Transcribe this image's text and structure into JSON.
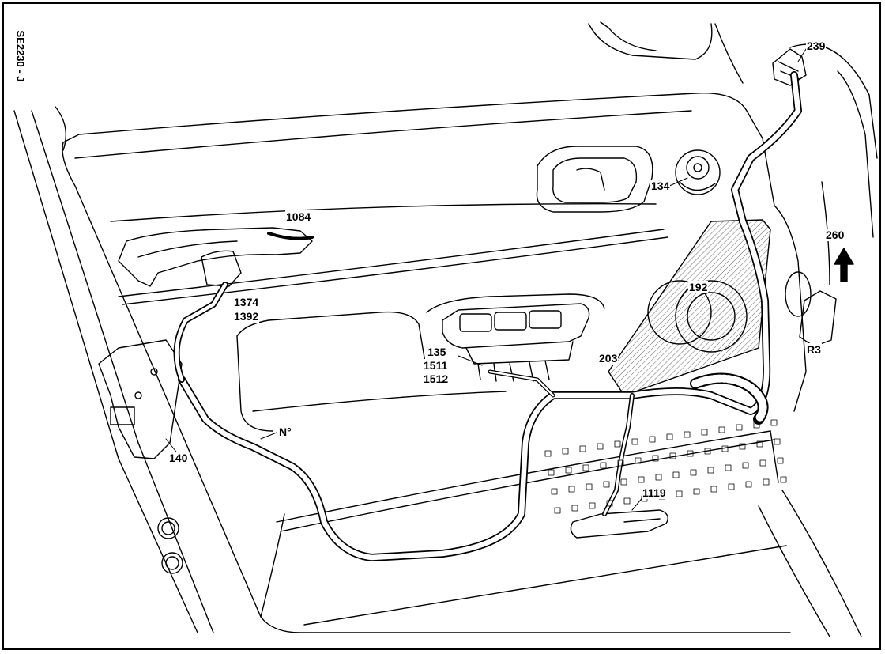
{
  "reference": "SE2230 - J",
  "callouts": [
    {
      "id": "c239",
      "text": "239"
    },
    {
      "id": "c1084",
      "text": "1084"
    },
    {
      "id": "c134",
      "text": "134"
    },
    {
      "id": "c260",
      "text": "260"
    },
    {
      "id": "c192",
      "text": "192"
    },
    {
      "id": "c1374",
      "text": "1374"
    },
    {
      "id": "c1392",
      "text": "1392"
    },
    {
      "id": "cR3",
      "text": "R3"
    },
    {
      "id": "c135",
      "text": "135"
    },
    {
      "id": "c1511",
      "text": "1511"
    },
    {
      "id": "c1512",
      "text": "1512"
    },
    {
      "id": "c203",
      "text": "203"
    },
    {
      "id": "cN",
      "text": "N°"
    },
    {
      "id": "c140",
      "text": "140"
    },
    {
      "id": "c1119",
      "text": "1119"
    }
  ]
}
